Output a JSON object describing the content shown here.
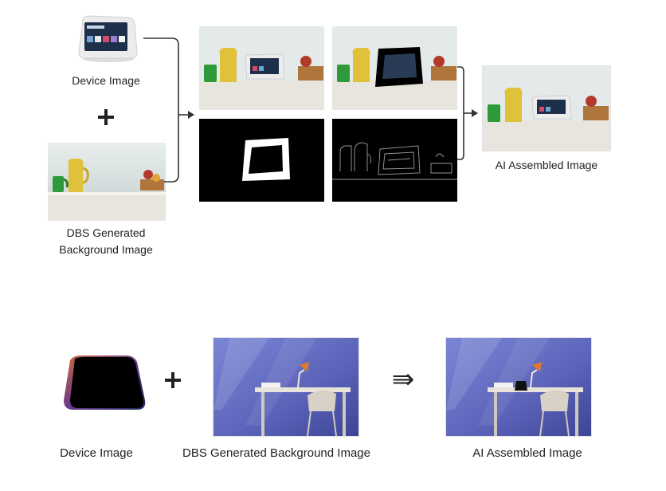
{
  "top_row": {
    "device_label": "Device Image",
    "background_label": "DBS Generated Background Image",
    "result_label": "AI Assembled Image",
    "plus_symbol": "+"
  },
  "bottom_row": {
    "device_label": "Device Image",
    "background_label": "DBS Generated Background Image",
    "result_label": "AI Assembled Image",
    "plus_symbol": "+",
    "arrow_symbol": "⇛"
  },
  "colors": {
    "text": "#222222",
    "wall_top": "#e6ecec",
    "counter": "#e9e6e0",
    "mug_green": "#2f9a3a",
    "jug_yellow": "#e0c13a",
    "mask_black": "#000000",
    "mask_white": "#ffffff",
    "blue_wall": "#5a63b8"
  }
}
